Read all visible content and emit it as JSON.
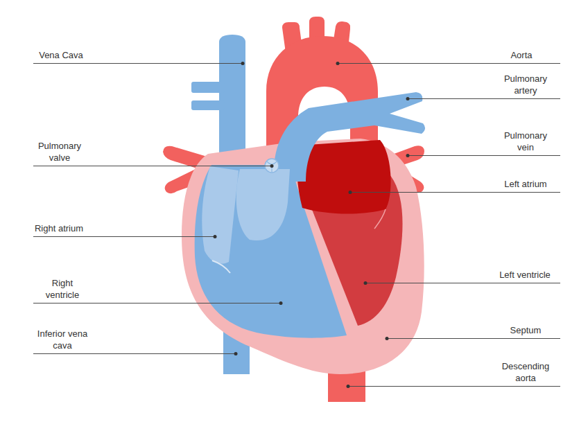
{
  "diagram": {
    "labels": [
      "Vena Cava",
      "Aorta",
      "Pulmonary artery",
      "Pulmonary valve",
      "Pulmonary vein",
      "Left atrium",
      "Right atrium",
      "Left ventricle",
      "Right ventricle",
      "Septum",
      "Inferior vena cava",
      "Descending aorta"
    ]
  }
}
